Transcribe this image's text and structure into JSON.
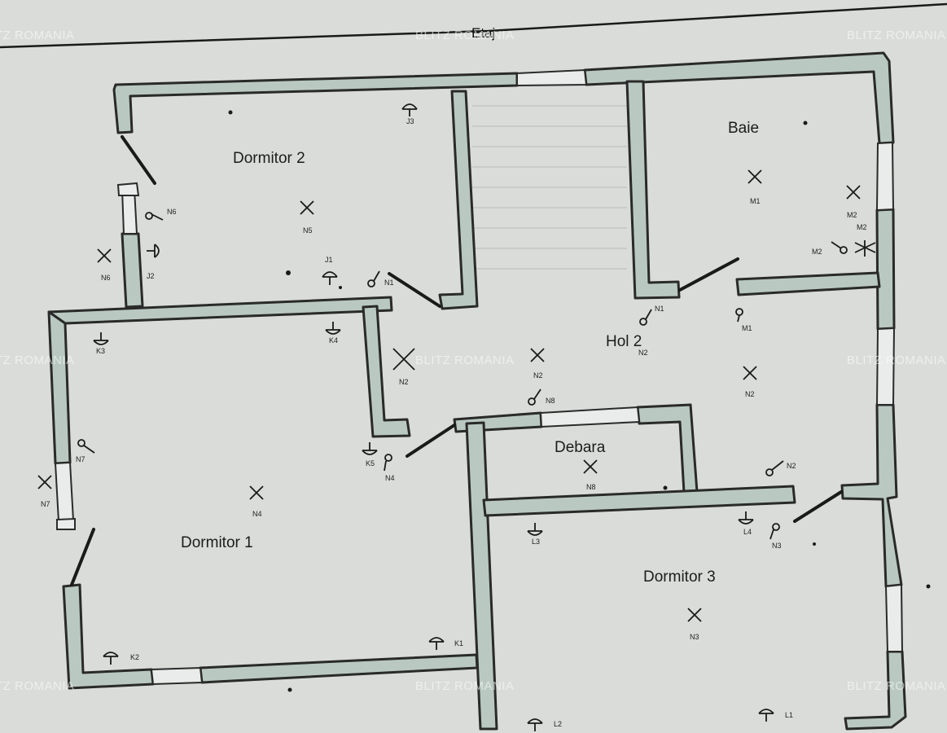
{
  "header": {
    "title": "Etaj"
  },
  "watermark": "BLITZ ROMANIA",
  "rooms": {
    "dormitor2": "Dormitor 2",
    "baie": "Baie",
    "hol": "Hol 2",
    "debara": "Debara",
    "dormitor1": "Dormitor 1",
    "dormitor3": "Dormitor 3"
  },
  "labels": {
    "n6": "N6",
    "n5": "N5",
    "j3": "J3",
    "j1": "J1",
    "j2": "J2",
    "n1a": "N1",
    "m1": "M1",
    "m2a": "M2",
    "m2b": "M2",
    "m2c": "M2",
    "n1b": "N1",
    "n2hol": "N2",
    "m1b": "M1",
    "nleft": "N6",
    "k3": "K3",
    "k4": "K4",
    "n2a": "N2",
    "n2b": "N2",
    "n8a": "N8",
    "n2c": "N2",
    "n7a": "N7",
    "n7b": "N7",
    "k5": "K5",
    "n4a": "N4",
    "n4b": "N4",
    "n8b": "N8",
    "n2d": "N2",
    "l3": "L3",
    "l4": "L4",
    "n3a": "N3",
    "n3b": "N3",
    "k2": "K2",
    "k1": "K1",
    "l2": "L2",
    "l1": "L1"
  },
  "colors": {
    "background": "#d9dcd9",
    "wall_fill": "#b9c9c2",
    "line": "#1a1a1a"
  }
}
